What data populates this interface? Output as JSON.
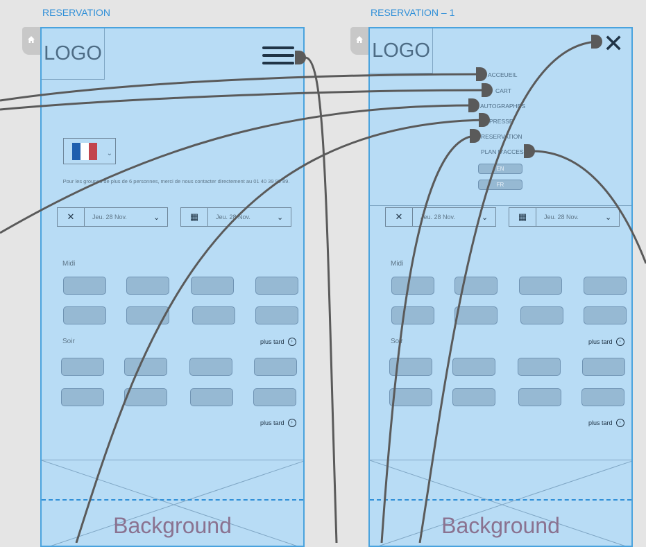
{
  "artboards": [
    {
      "title": "RESERVATION"
    },
    {
      "title": "RESERVATION – 1"
    }
  ],
  "logo_text": "LOGO",
  "notice": "Pour les groupes de plus de 6 personnes, merci de nous contacter directement au 01 40 39 99 89.",
  "pickers": {
    "left_value": "Jeu. 28 Nov.",
    "right_value": "Jeu. 28 Nov."
  },
  "sections": {
    "lunch": "Midi",
    "dinner": "Soir"
  },
  "more_label": "plus tard",
  "background_label": "Background",
  "menu": {
    "items": [
      "ACCEUEIL",
      "CART",
      "AUTOGRAPHES",
      "PRESSE",
      "RESERVATION",
      "PLAN D'ACCES"
    ],
    "languages": [
      "EN",
      "FR"
    ]
  },
  "colors": {
    "screen_bg": "#b8dcf5",
    "border": "#4aa3de",
    "slot": "#96b9d3",
    "title": "#2f8fd8",
    "wire": "#5a5a5a"
  },
  "icons": [
    "home-icon",
    "hamburger-menu-icon",
    "close-icon",
    "flag-france-icon",
    "utensils-icon",
    "calendar-icon",
    "chevron-down-icon",
    "chevron-right-icon"
  ]
}
